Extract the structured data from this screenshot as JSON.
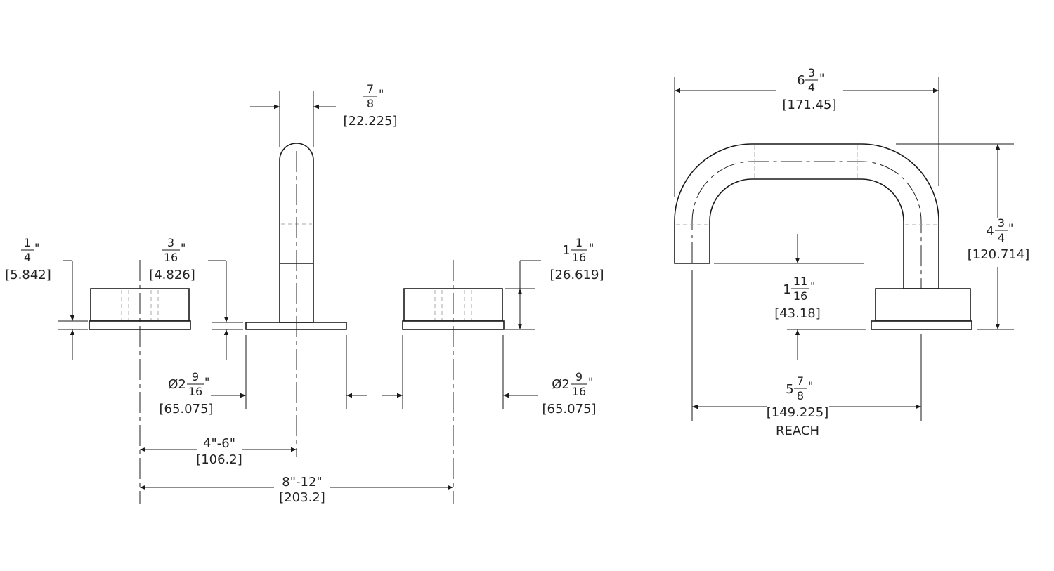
{
  "dimensions": {
    "spout_width": {
      "num": "7",
      "den": "8",
      "unit": "\"",
      "metric": "[22.225]"
    },
    "handle_base_left": {
      "num": "1",
      "den": "4",
      "unit": "\"",
      "metric": "[5.842]"
    },
    "base_plate": {
      "num": "3",
      "den": "16",
      "unit": "\"",
      "metric": "[4.826]"
    },
    "handle_height": {
      "whole": "1",
      "num": "1",
      "den": "16",
      "unit": "\"",
      "metric": "[26.619]"
    },
    "hole_left": {
      "prefix": "Ø2",
      "num": "9",
      "den": "16",
      "unit": "\"",
      "metric": "[65.075]"
    },
    "hole_right": {
      "prefix": "Ø2",
      "num": "9",
      "den": "16",
      "unit": "\"",
      "metric": "[65.075]"
    },
    "center_4_6": {
      "label": "4\"-6\"",
      "metric": "[106.2]"
    },
    "center_8_12": {
      "label": "8\"-12\"",
      "metric": "[203.2]"
    },
    "spout_length": {
      "whole": "6",
      "num": "3",
      "den": "4",
      "unit": "\"",
      "metric": "[171.45]"
    },
    "spout_height": {
      "whole": "4",
      "num": "3",
      "den": "4",
      "unit": "\"",
      "metric": "[120.714]"
    },
    "spout_clearance": {
      "whole": "1",
      "num": "11",
      "den": "16",
      "unit": "\"",
      "metric": "[43.18]"
    },
    "reach": {
      "whole": "5",
      "num": "7",
      "den": "8",
      "unit": "\"",
      "metric": "[149.225]",
      "caption": "REACH"
    }
  }
}
